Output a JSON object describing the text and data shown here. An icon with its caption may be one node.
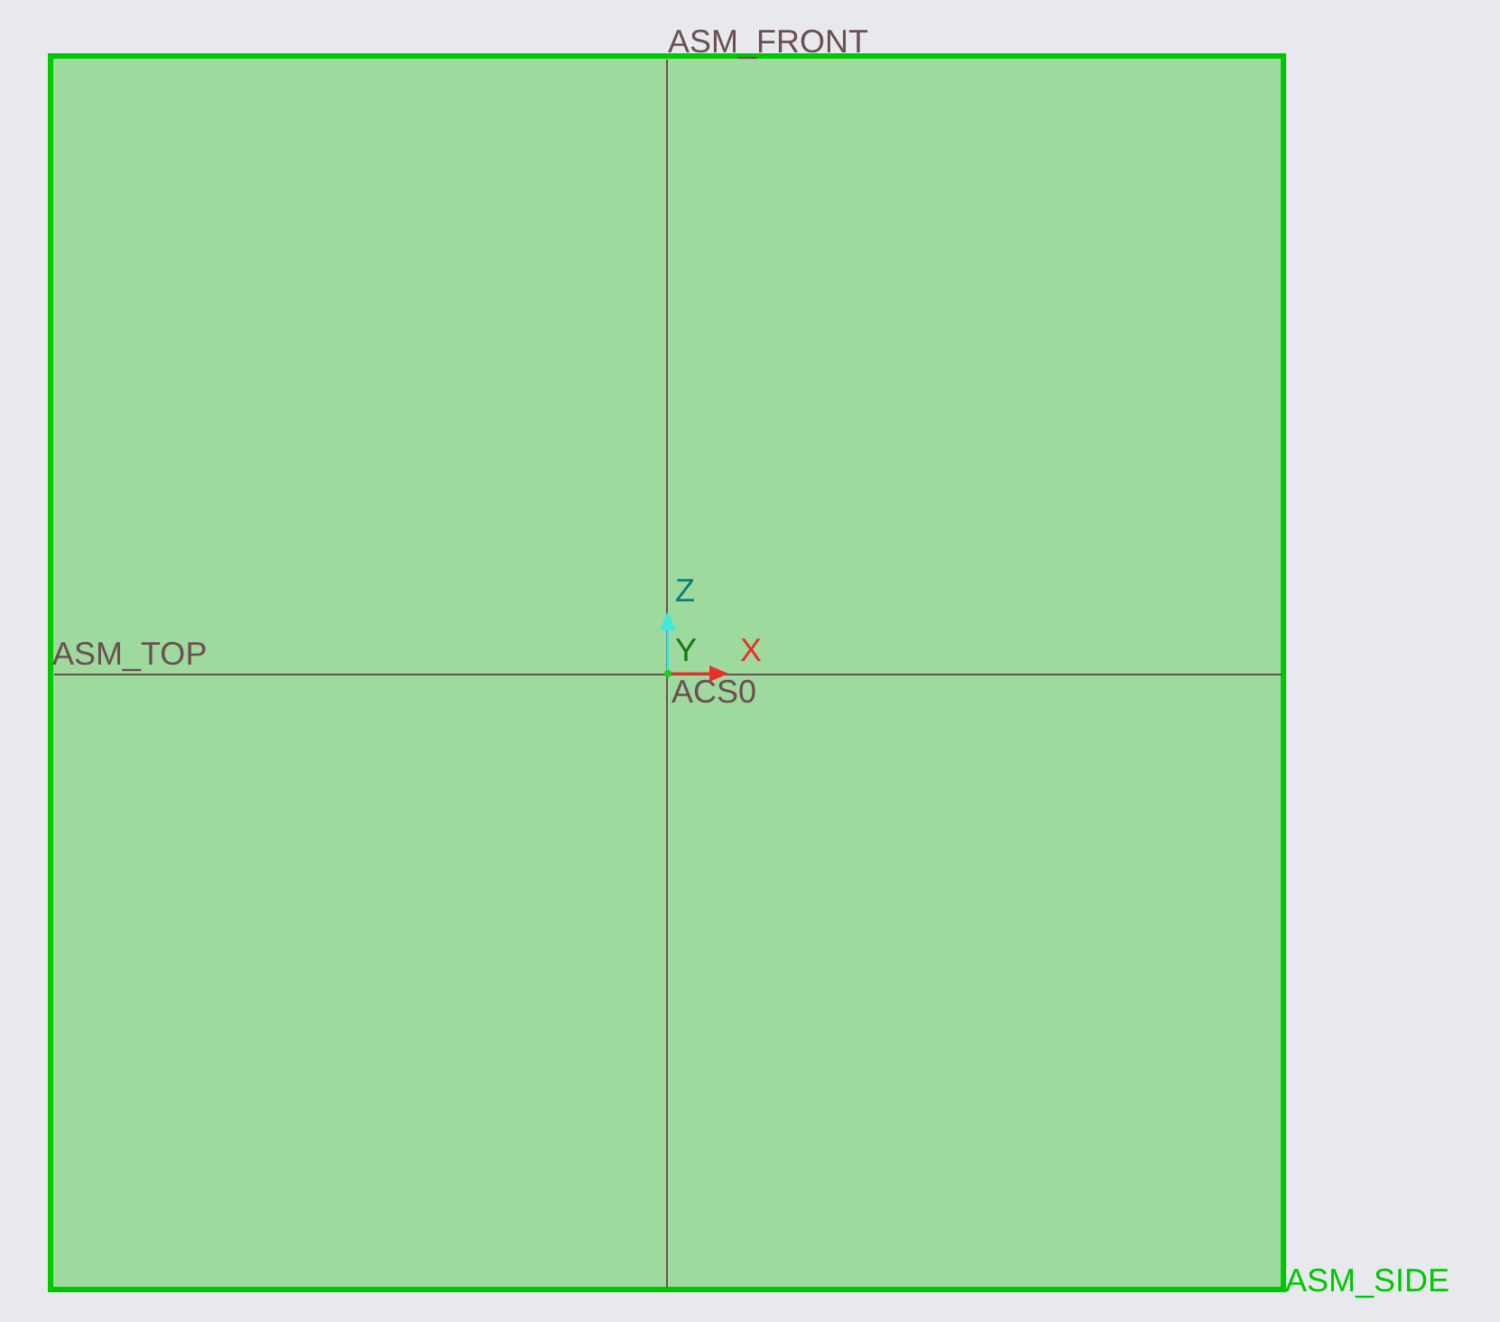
{
  "diagram": {
    "labels": [
      "ASM_FRONT",
      "Z",
      "ASM_TOP",
      "Y",
      "X",
      "ACS0",
      "ASM_SIDE"
    ]
  }
}
